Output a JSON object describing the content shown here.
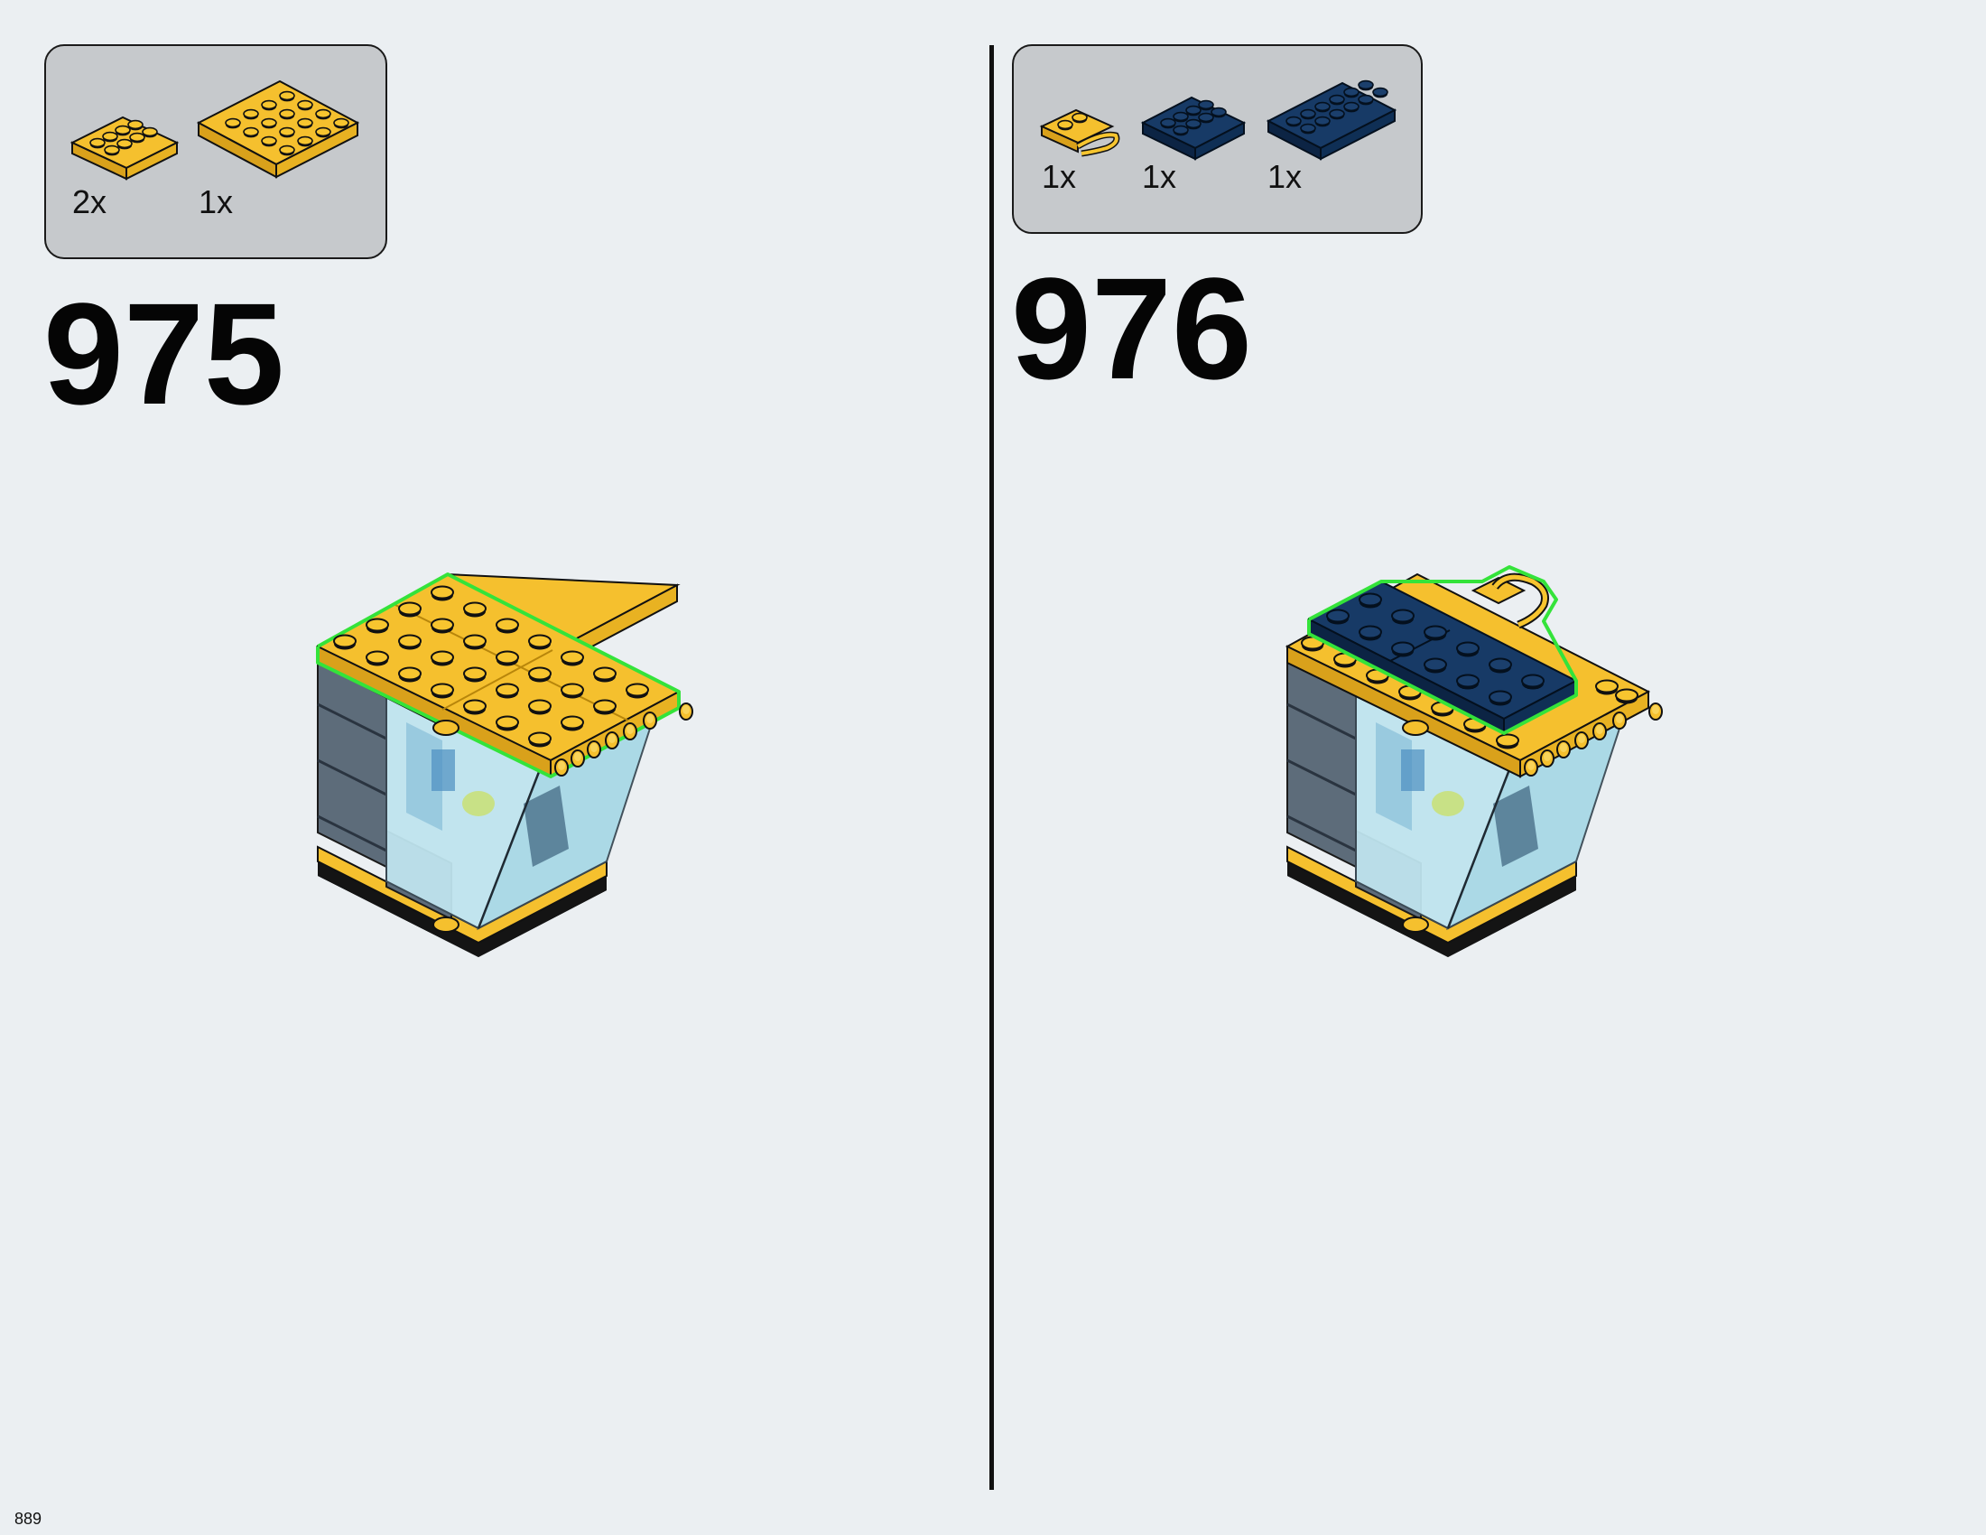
{
  "page": {
    "number": "889",
    "background": "#ebeff2"
  },
  "colors": {
    "bright_yellow": "#f5c02e",
    "yellow_dark": "#d9a11b",
    "dark_blue": "#0f2f55",
    "dark_blue_top": "#173a66",
    "stone_grey": "#5d6c7a",
    "trans_light_blue": "#bfe4ee",
    "highlight_green": "#34e33a",
    "parts_box": "#c6c9cc"
  },
  "steps": [
    {
      "number": "975",
      "parts": [
        {
          "icon": "yellow-plate-2x4-icon",
          "qty": "2x"
        },
        {
          "icon": "yellow-plate-4x4-icon",
          "qty": "1x"
        }
      ]
    },
    {
      "number": "976",
      "parts": [
        {
          "icon": "yellow-plate-handle-icon",
          "qty": "1x"
        },
        {
          "icon": "dark-blue-plate-2x4-icon",
          "qty": "1x"
        },
        {
          "icon": "dark-blue-plate-2x6-icon",
          "qty": "1x"
        }
      ]
    }
  ]
}
